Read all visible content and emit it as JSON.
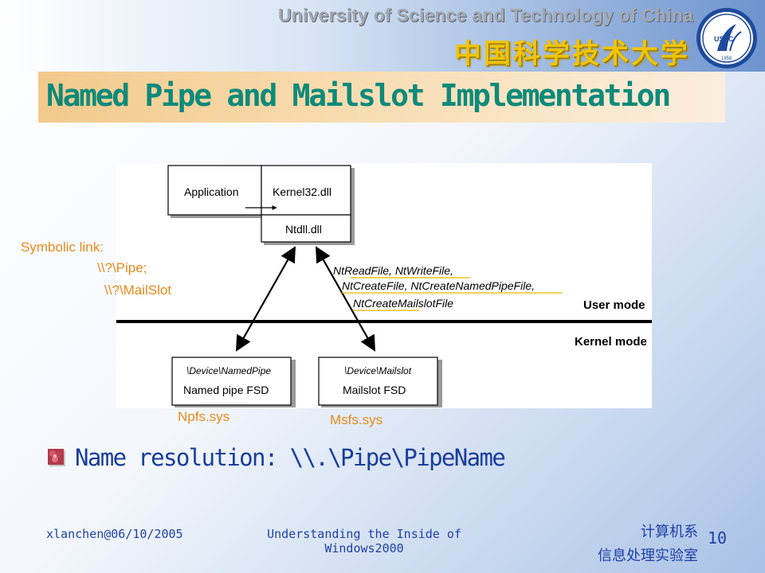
{
  "header": {
    "university_en": "University of Science and Technology of China",
    "university_cn": "中国科学技术大学",
    "seal_text_top": "USTC",
    "seal_year": "1958"
  },
  "slide": {
    "title": "Named Pipe and Mailslot Implementation",
    "bullet": "Name resolution: \\\\.\\Pipe\\PipeName"
  },
  "diagram": {
    "application": "Application",
    "kernel32": "Kernel32.dll",
    "ntdll": "Ntdll.dll",
    "api_line1_a": "NtReadFile",
    "api_line1_b": "NtWriteFile",
    "api_line2_a": "NtCreateFile",
    "api_line2_b": "NtCreateNamedPipeFile",
    "api_line3": "NtCreateMailslotFile",
    "user_mode": "User mode",
    "kernel_mode": "Kernel mode",
    "npfs_device": "\\Device\\NamedPipe",
    "npfs_name": "Named pipe FSD",
    "msfs_device": "\\Device\\Mailslot",
    "msfs_name": "Mailslot FSD"
  },
  "annotations": {
    "symbolic_link_label": "Symbolic link:",
    "symbolic_link_pipe": "\\\\?\\Pipe;",
    "symbolic_link_mailslot": "\\\\?\\MailSlot",
    "npfs_sys": "Npfs.sys",
    "msfs_sys": "Msfs.sys"
  },
  "footer": {
    "author_date": "xlanchen@06/10/2005",
    "course_line1": "Understanding the Inside of",
    "course_line2": "Windows2000",
    "dept_line1": "计算机系",
    "dept_line2": "信息处理实验室",
    "page_number": "10"
  },
  "colors": {
    "title": "#0e8a7a",
    "annotation": "#e8891a",
    "footer": "#1f40a8",
    "bullet_text": "#1a3d9c"
  }
}
